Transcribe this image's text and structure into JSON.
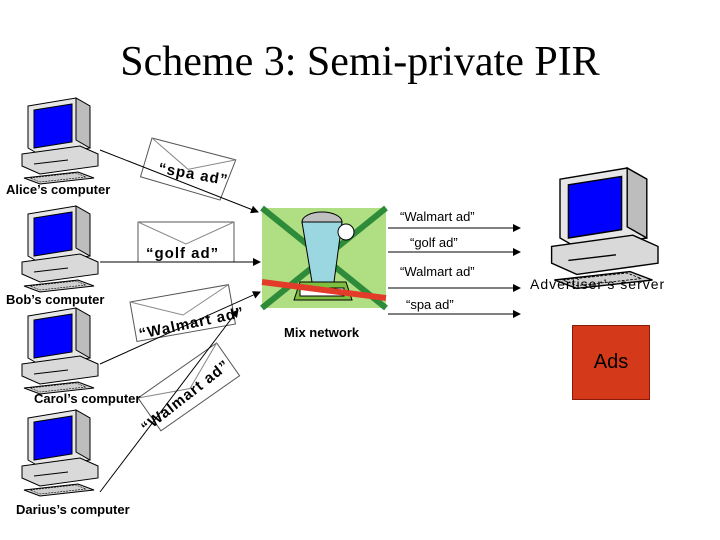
{
  "title": "Scheme 3: Semi-private PIR",
  "computers": {
    "alice": "Alice’s computer",
    "bob": "Bob’s computer",
    "carol": "Carol’s computer",
    "darius": "Darius’s computer"
  },
  "server": {
    "label": "Advertiser’s server"
  },
  "mix": {
    "label": "Mix network"
  },
  "ads": {
    "label": "Ads",
    "color": "#d4391a"
  },
  "envelopes": {
    "alice": "“spa ad”",
    "bob": "“golf ad”",
    "carol": "“Walmart ad”",
    "darius": "“Walmart ad”"
  },
  "outgoing": [
    "“Walmart ad”",
    "“golf ad”",
    "“Walmart ad”",
    "“spa ad”"
  ],
  "colors": {
    "screen": "#0000ff",
    "case": "#e6e6e6",
    "mix_red": "#e23b2a",
    "mix_green": "#2e8b3a",
    "mix_bg": "#8fd14f"
  }
}
